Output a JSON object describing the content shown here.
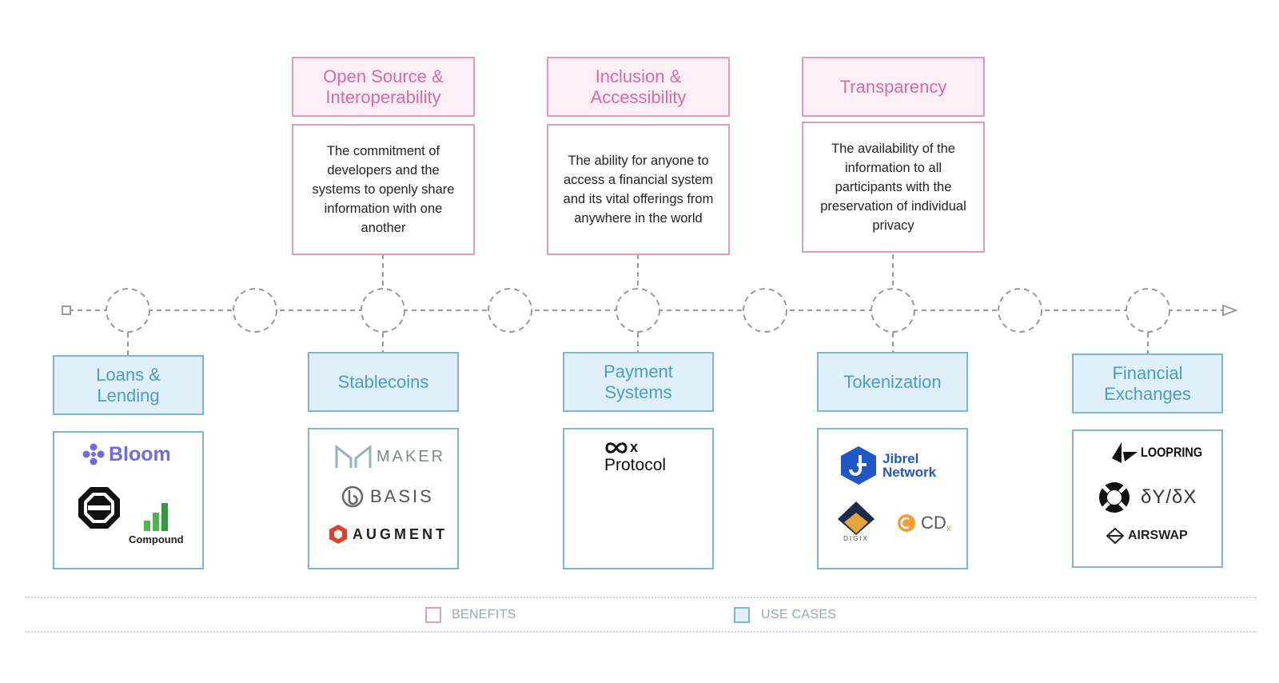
{
  "benefits": [
    {
      "title": "Open Source & Interoperability",
      "description": "The commitment of developers and the systems to openly share information with one another"
    },
    {
      "title": "Inclusion & Accessibility",
      "description": "The ability for anyone to access a financial system and its vital offerings from anywhere in the world"
    },
    {
      "title": "Transparency",
      "description": "The availability of the information to all participants with the preservation of individual privacy"
    }
  ],
  "use_cases": [
    {
      "title": "Loans & Lending",
      "logos": {
        "bloom": "Bloom",
        "dharma_icon": "dharma-octagon-icon",
        "compound": "Compound"
      }
    },
    {
      "title": "Stablecoins",
      "logos": {
        "maker": "MAKER",
        "basis": "BASIS",
        "augment": "AUGMENT"
      }
    },
    {
      "title": "Payment Systems",
      "logos": {
        "zerox_x": "x",
        "zerox_protocol": "Protocol"
      }
    },
    {
      "title": "Tokenization",
      "logos": {
        "jibrel_line1": "Jibrel",
        "jibrel_line2": "Network",
        "digix": "DIGIX",
        "cdx": "CD",
        "cdx_sub": "x"
      }
    },
    {
      "title": "Financial Exchanges",
      "logos": {
        "loopring": "LOOPRING",
        "dydx": "δY/δX",
        "airswap": "AIRSWAP"
      }
    }
  ],
  "legend": {
    "benefits": "BENEFITS",
    "use_cases": "USE CASES"
  },
  "colors": {
    "benefit_border": "#e29bbf",
    "benefit_fill": "#fbeef5",
    "benefit_text": "#d96ba3",
    "usecase_border": "#7fb3d8",
    "usecase_fill": "#dff0fa",
    "usecase_text": "#4a9ccc",
    "timeline": "#999999"
  }
}
